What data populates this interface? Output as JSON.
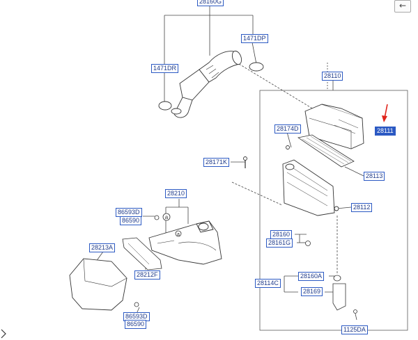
{
  "nav": {
    "back_icon": "arrow-left-icon",
    "back_glyph": "←"
  },
  "colors": {
    "label_border": "#2b59c3",
    "label_text": "#1e3a8a",
    "highlight_fill": "#2b59c3",
    "arrow": "#e0241b",
    "line": "#444444"
  },
  "labels": {
    "l28160G": "28160G",
    "l1471DP": "1471DP",
    "l1471DR": "1471DR",
    "l28110": "28110",
    "l28111": "28111",
    "l28174D": "28174D",
    "l28171K": "28171K",
    "l28113": "28113",
    "l28210": "28210",
    "l28112": "28112",
    "l86593D_a": "86593D",
    "l86590_a": "86590",
    "l28160": "28160",
    "l28161G": "28161G",
    "l28213A": "28213A",
    "l28212F": "28212F",
    "l28160A": "28160A",
    "l28114C": "28114C",
    "l28169": "28169",
    "l86593D_b": "86593D",
    "l86590_b": "86590",
    "l1125DA": "1125DA"
  },
  "callouts": {
    "a1": "a",
    "a2": "a"
  },
  "highlighted_part": "28111"
}
